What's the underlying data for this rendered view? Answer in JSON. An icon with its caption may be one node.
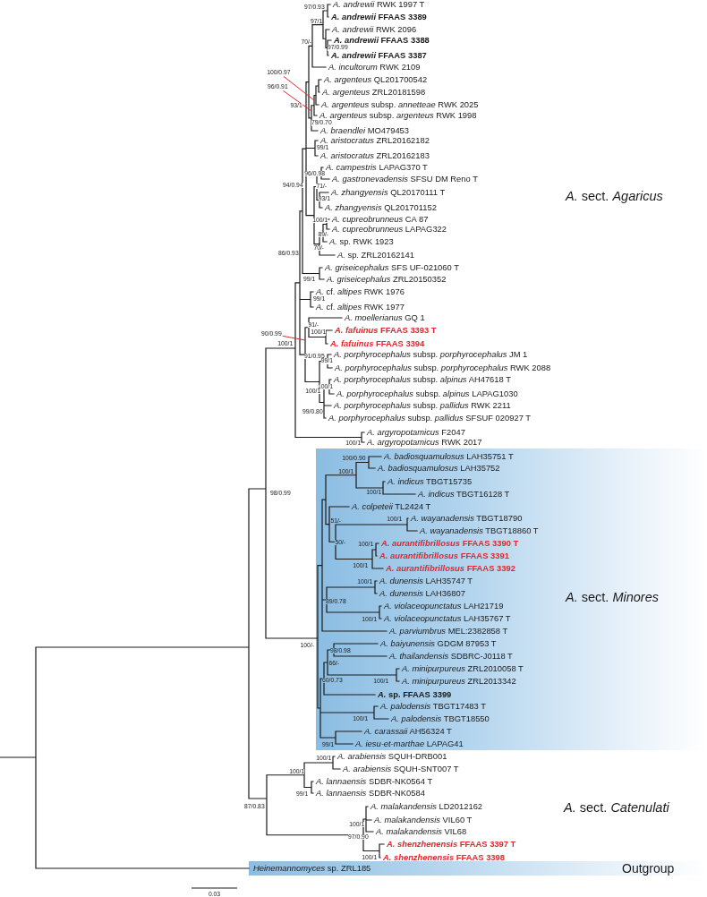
{
  "diagram": {
    "nodes": [
      {
        "text": [
          "100/0.97"
        ]
      },
      {
        "text": [
          "96/0.91"
        ]
      },
      {
        "text": [
          "90/0.99"
        ]
      },
      {
        "text": [
          "*A.* sect. *Minores*"
        ]
      },
      {
        "text": [
          "Outgroup"
        ]
      }
    ],
    "edges": [
      {
        "from": 0,
        "to": null,
        "arrow": "none",
        "color": "#e3262e"
      },
      {
        "from": 1,
        "to": null,
        "arrow": "none",
        "color": "#e3262e"
      },
      {
        "from": 2,
        "to": null,
        "arrow": "none",
        "color": "#e3262e"
      }
    ],
    "labels": [
      "97/0.93",
      "*A. andrewii* RWK 1997 T",
      "*A. andrewii* FFAAS 3389",
      "97/1",
      "*A. andrewii* RWK 2096",
      "*A. andrewii* FFAAS 3388",
      "70/-",
      "97/0.99",
      "*A. andrewii* FFAAS 3387",
      "*A. incultorum* RWK 2109",
      "*A. argenteus* QL201700542",
      "*A. argenteus* ZRL20181598",
      "93/1",
      "*A. argenteus* subsp. *annetteae* RWK 2025",
      "*A. argenteus* subsp. *argenteus* RWK 1998",
      "79/0.70",
      "*A. braendlei* MO479453",
      "*A. aristocratus* ZRL20162182",
      "99/1",
      "*A. aristocratus* ZRL20162183",
      "*A. campestris* LAPAG370 T",
      "96/0.98",
      "*A. gastronevadensis* SFSU DM Reno T",
      "94/0.94",
      "71/-",
      "*A.* sect. *Agaricus*",
      "*A. zhangyensis* QL20170111 T",
      "93/1",
      "*A. zhangyensis* QL201701152",
      "100/1",
      "*A. cupreobrunneus* CA 87",
      "*A. cupreobrunneus* LAPAG322",
      "89/-",
      "*A.* sp. RWK 1923",
      "70/-",
      "86/0.93",
      "*A.* sp. ZRL20162141",
      "*A. griseicephalus* SFS UF-021060 T",
      "99/1",
      "*A. griseicephalus* ZRL20150352",
      "*A.* cf. *altipes* RWK 1976",
      "99/1",
      "*A.* cf. *altipes* RWK 1977",
      "*A. moellerianus* GQ 1",
      "91/-",
      "*A. fafuinus* FFAAS 3393 T",
      "100/1",
      "100/1",
      "*A. fafuinus* FFAAS 3394",
      "91/0.95",
      "*A. porphyrocephalus* subsp. *porphyrocephalus* JM 1",
      "99/1",
      "*A. porphyrocephalus* subsp. *porphyrocephalus* RWK 2088",
      "*A. porphyrocephalus* subsp. *alpinus* AH47618 T",
      "100/1",
      "100/1",
      "*A. porphyrocephalus* subsp. *alpinus* LAPAG1030",
      "*A. porphyrocephalus* subsp. *pallidus* RWK 2211",
      "99/0.80",
      "*A. porphyrocephalus* subsp. *pallidus* SFSUF 020927 T",
      "*A. argyropotamicus* F2047",
      "100/1",
      "*A. argyropotamicus* RWK 2017",
      "98/0.99",
      "100/0.90",
      "*A. badiosquamulosus* LAH35751 T",
      "*A. badiosquamulosus* LAH35752",
      "100/1",
      "*A. indicus* TBGT15735",
      "100/1",
      "*A. indicus* TBGT16128 T",
      "*A. colpeteii* TL2424 T",
      "51/-",
      "100/1",
      "*A. wayanadensis* TBGT18790",
      "*A. wayanadensis* TBGT18860 T",
      "50/-",
      "100/1",
      "*A. aurantifibrillosus* FFAAS 3390 T",
      "*A. aurantifibrillosus* FFAAS 3391",
      "100/1",
      "*A. aurantifibrillosus* FFAAS 3392",
      "100/1",
      "*A. dunensis* LAH35747 T",
      "*A. dunensis* LAH36807",
      "89/0.78",
      "*A. violaceopunctatus* LAH21719",
      "100/1",
      "*A. violaceopunctatus* LAH35767 T",
      "*A. parviumbrus* MEL:2382858 T",
      "100/-",
      "*A. baiyunensis* GDGM 87953 T",
      "98/0.98",
      "*A. thailandensis* SDBRC-J0118 T",
      "66/-",
      "*A. minipurpureus* ZRL2010058 T",
      "60/0.73",
      "100/1",
      "*A. minipurpureus* ZRL2013342",
      "*A.* sp. FFAAS 3399",
      "*A. palodensis* TBGT17483 T",
      "100/1",
      "*A. palodensis* TBGT18550",
      "*A. carassaii* AH56324 T",
      "99/1",
      "*A. iesu-et-marthae* LAPAG41",
      "100/1",
      "*A. arabiensis* SQUH-DRB001",
      "100/1",
      "*A. arabiensis* SQUH-SNT007 T",
      "*A. lannaensis* SDBR-NK0564 T",
      "99/1",
      "*A. lannaensis* SDBR-NK0584",
      "87/0.83",
      "*A. malakandensis* LD2012162",
      "*A.* sect. *Catenulati*",
      "*A. malakandensis* VIL60 T",
      "100/1",
      "*A. malakandensis* VIL68",
      "97/0.90",
      "*A. shenzhenensis* FFAAS 3397 T",
      "100/1",
      "*A. shenzhenensis* FFAAS 3398",
      "*Heinemannomyces* sp. ZRL185",
      "0.03"
    ]
  }
}
